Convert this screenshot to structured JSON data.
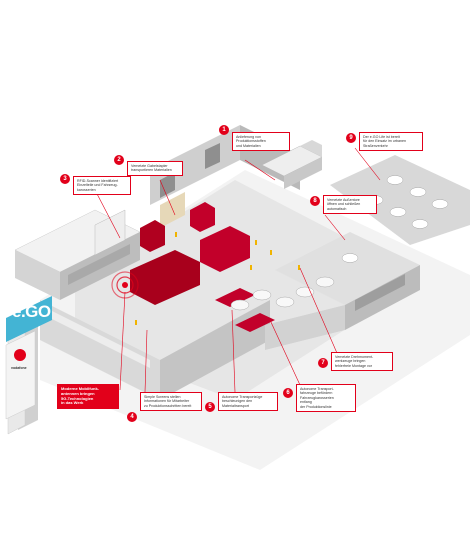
{
  "colors": {
    "accent": "#e2001a",
    "floor": "#e6e6e6",
    "wall": "#cfcfcf",
    "wall_dark": "#b9b9b9",
    "roof": "#f2f2f2"
  },
  "sign": {
    "title": "e.GO",
    "brand": "vodafone"
  },
  "callouts": [
    {
      "num": "1",
      "text": "Anlieferung von\nProduktionsstoffen\nund Materialien"
    },
    {
      "num": "2",
      "text": "Vernetzte Gabelstapler\ntransportieren Materialien"
    },
    {
      "num": "3",
      "text": "RFID-Scanner identifiziert\nEinzelteile und Fahrzeug-\nkarosserien"
    },
    {
      "num": "4",
      "text": "Simple Screens stellen\nInformationen für Mitarbeiter\nzu Produktionsschritten bereit"
    },
    {
      "num": "5",
      "text": "Autonome Transportzüge\nbeschleunigen den\nMaterialtransport"
    },
    {
      "num": "6",
      "text": "Autonome Transport-\nfahrzeuge befördern\nFahrzeugkarosserien\nentlang\nder Produktionslinie"
    },
    {
      "num": "7",
      "text": "Vernetzte Drehmoment-\nwerkzeuge bringen\nfehlerfreie Montage vor"
    },
    {
      "num": "8",
      "text": "Vernetzte Außentore\nöffnen und schließen\nautomatisch"
    },
    {
      "num": "9",
      "text": "Der e.GO Life ist bereit\nfür den Einsatz im urbanen\nStraßenverkehr"
    }
  ],
  "highlight": {
    "text": "Moderne Mobilfunk-\nantennen bringen\n5G-Technologien\nin das Werk"
  }
}
